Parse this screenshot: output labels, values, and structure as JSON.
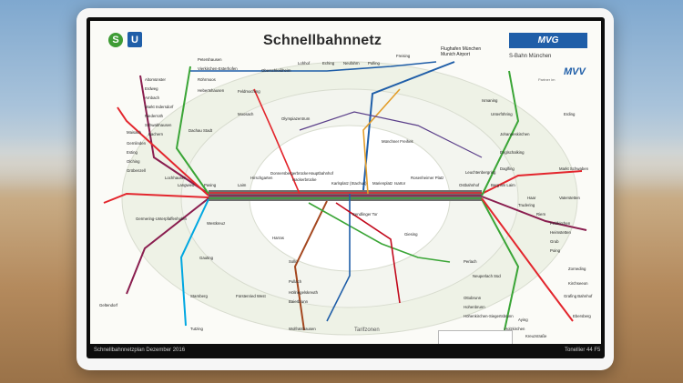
{
  "map": {
    "title": "Schnellbahnnetz",
    "s_badge": "S",
    "u_badge": "U",
    "brand": "MVG",
    "bahn": "S-Bahn München",
    "mvv": "MVV",
    "partner_note": "Partner im",
    "airport": "Flughafen München\nMunich Airport",
    "tarif": "Tarifzonen",
    "caption_left": "Schnellbahnnetzplan Dezember 2016",
    "caption_right": "Tonellier 44 F5"
  },
  "stations": [
    {
      "label": "Petershausen"
    },
    {
      "label": "Vierkirchen-Esterhofen"
    },
    {
      "label": "Röhrmoos"
    },
    {
      "label": "Hebertshausen"
    },
    {
      "label": "Dachau Stadt"
    },
    {
      "label": "Altomünster"
    },
    {
      "label": "Erdweg"
    },
    {
      "label": "Arnbach"
    },
    {
      "label": "Markt Indersdorf"
    },
    {
      "label": "Niederroth"
    },
    {
      "label": "Schwabhausen"
    },
    {
      "label": "Bachern"
    },
    {
      "label": "Maisach"
    },
    {
      "label": "Gernlinden"
    },
    {
      "label": "Esting"
    },
    {
      "label": "Olching"
    },
    {
      "label": "Gröbenzell"
    },
    {
      "label": "Lochhausen"
    },
    {
      "label": "Langwied"
    },
    {
      "label": "Pasing"
    },
    {
      "label": "Laim"
    },
    {
      "label": "Hirschgarten"
    },
    {
      "label": "Donnersbergerbrücke"
    },
    {
      "label": "Hackerbrücke"
    },
    {
      "label": "Hauptbahnhof"
    },
    {
      "label": "Karlsplatz (Stachus)"
    },
    {
      "label": "Marienplatz"
    },
    {
      "label": "Isartor"
    },
    {
      "label": "Rosenheimer Platz"
    },
    {
      "label": "Ostbahnhof"
    },
    {
      "label": "Leuchtenbergring"
    },
    {
      "label": "Berg am Laim"
    },
    {
      "label": "Trudering"
    },
    {
      "label": "Riem"
    },
    {
      "label": "Feldkirchen"
    },
    {
      "label": "Heimstetten"
    },
    {
      "label": "Grub"
    },
    {
      "label": "Poing"
    },
    {
      "label": "Markt Schwaben"
    },
    {
      "label": "Erding"
    },
    {
      "label": "Ismaning"
    },
    {
      "label": "Unterföhring"
    },
    {
      "label": "Johanneskirchen"
    },
    {
      "label": "Englschalking"
    },
    {
      "label": "Daglfing"
    },
    {
      "label": "Freising"
    },
    {
      "label": "Pulling"
    },
    {
      "label": "Neufahrn"
    },
    {
      "label": "Eching"
    },
    {
      "label": "Lohhof"
    },
    {
      "label": "Oberschleißheim"
    },
    {
      "label": "Feldmoching"
    },
    {
      "label": "Moosach"
    },
    {
      "label": "Olympiazentrum"
    },
    {
      "label": "Münchner Freiheit"
    },
    {
      "label": "Giesing"
    },
    {
      "label": "Perlach"
    },
    {
      "label": "Neuperlach Süd"
    },
    {
      "label": "Ottobrunn"
    },
    {
      "label": "Hohenbrunn"
    },
    {
      "label": "Höhenkirchen-Siegertsbrunn"
    },
    {
      "label": "Sendlinger Tor"
    },
    {
      "label": "Harras"
    },
    {
      "label": "Solln"
    },
    {
      "label": "Pullach"
    },
    {
      "label": "Höllriegelskreuth"
    },
    {
      "label": "Baierbrunn"
    },
    {
      "label": "Wolfratshausen"
    },
    {
      "label": "Westkreuz"
    },
    {
      "label": "Germering-Unterpfaffenhofen"
    },
    {
      "label": "Geltendorf"
    },
    {
      "label": "Gauting"
    },
    {
      "label": "Starnberg"
    },
    {
      "label": "Tutzing"
    },
    {
      "label": "Fürstenried West"
    },
    {
      "label": "Grafing Bahnhof"
    },
    {
      "label": "Ebersberg"
    },
    {
      "label": "Kirchseeon"
    },
    {
      "label": "Zorneding"
    },
    {
      "label": "Haar"
    },
    {
      "label": "Vaterstetten"
    },
    {
      "label": "Holzkirchen"
    },
    {
      "label": "Aying"
    },
    {
      "label": "Kreuzstraße"
    }
  ]
}
